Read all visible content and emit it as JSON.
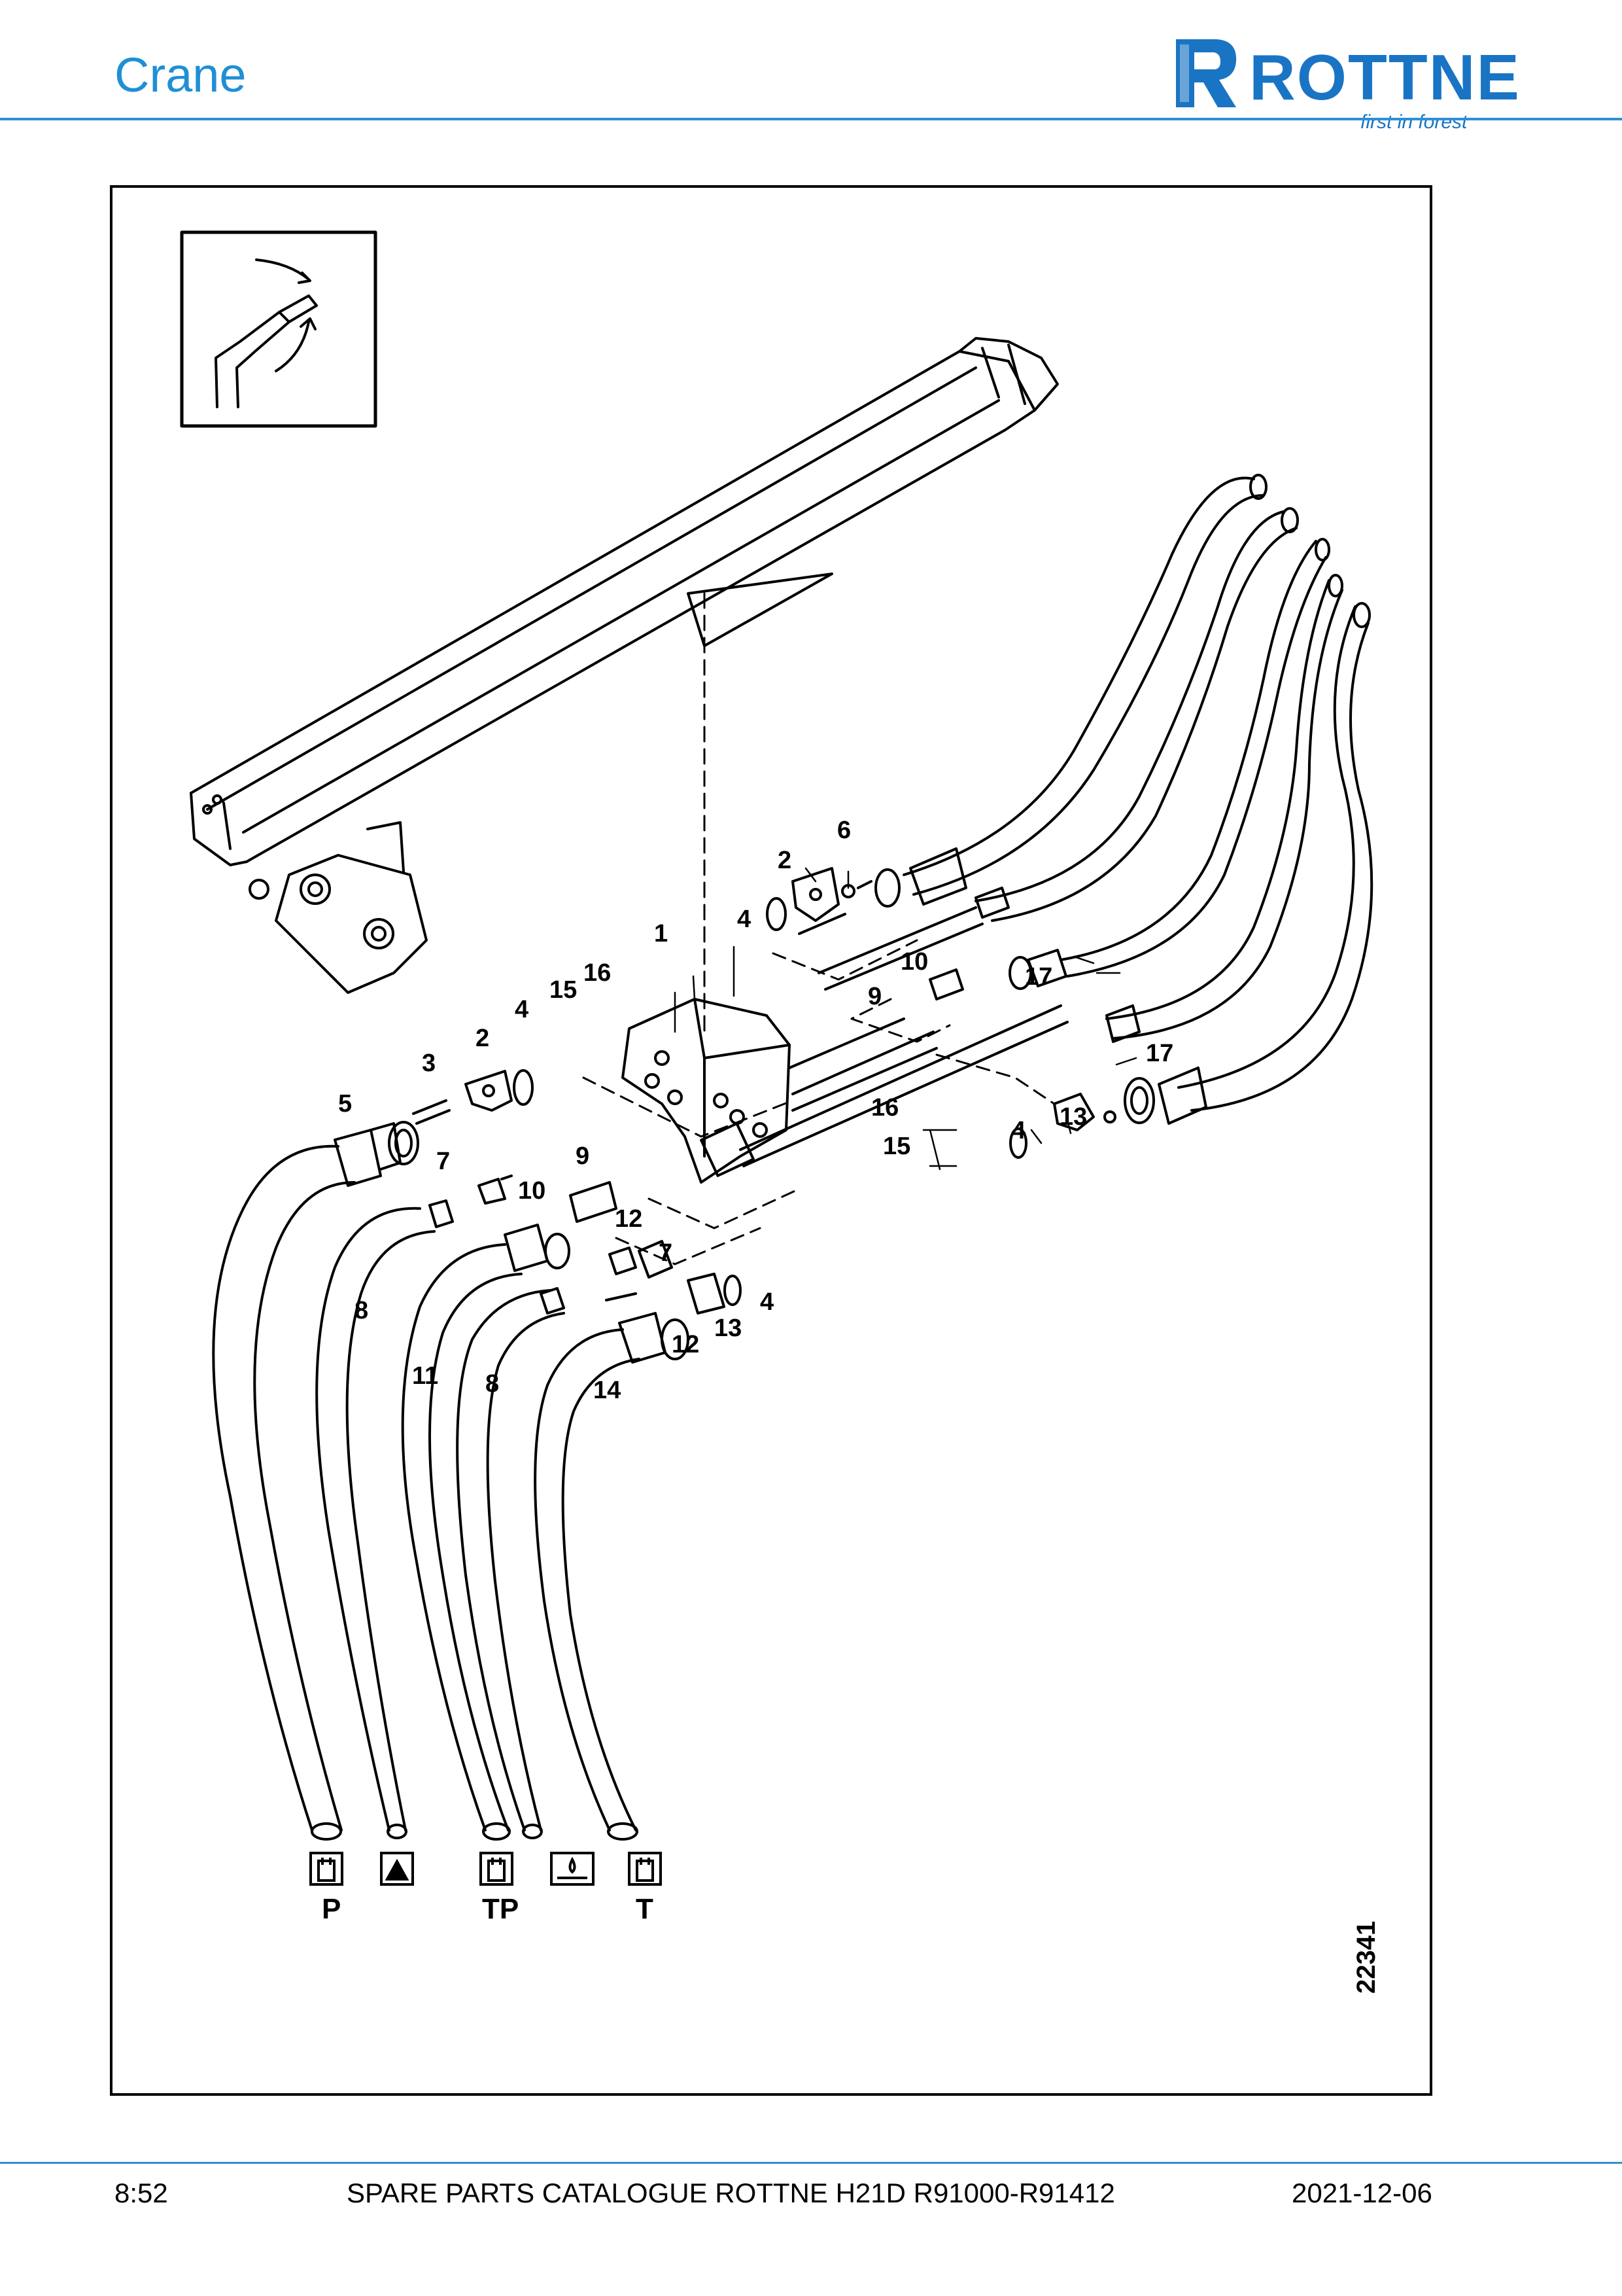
{
  "header": {
    "section_title": "Crane",
    "brand_name": "ROTTNE",
    "brand_tagline": "first in forest"
  },
  "figure": {
    "drawing_number": "22341",
    "callouts": [
      {
        "label": "1"
      },
      {
        "label": "2"
      },
      {
        "label": "2"
      },
      {
        "label": "3"
      },
      {
        "label": "4"
      },
      {
        "label": "4"
      },
      {
        "label": "4"
      },
      {
        "label": "4"
      },
      {
        "label": "5"
      },
      {
        "label": "6"
      },
      {
        "label": "7"
      },
      {
        "label": "7"
      },
      {
        "label": "8"
      },
      {
        "label": "8"
      },
      {
        "label": "9"
      },
      {
        "label": "9"
      },
      {
        "label": "10"
      },
      {
        "label": "10"
      },
      {
        "label": "11"
      },
      {
        "label": "12"
      },
      {
        "label": "12"
      },
      {
        "label": "13"
      },
      {
        "label": "13"
      },
      {
        "label": "14"
      },
      {
        "label": "15"
      },
      {
        "label": "15"
      },
      {
        "label": "16"
      },
      {
        "label": "16"
      },
      {
        "label": "17"
      },
      {
        "label": "17"
      }
    ],
    "port_labels": [
      "P",
      "TP",
      "T"
    ],
    "port_icons": [
      "hydraulic-valve-icon",
      "boom-function-icon",
      "hydraulic-valve-icon",
      "oil-drip-icon",
      "hydraulic-valve-icon"
    ]
  },
  "footer": {
    "page": "8:52",
    "catalogue": "SPARE PARTS CATALOGUE ROTTNE H21D R91000-R91412",
    "date": "2021-12-06"
  },
  "colors": {
    "accent": "#1f8fd6",
    "rule": "#2f8fd8",
    "brand": "#1a74c4"
  }
}
